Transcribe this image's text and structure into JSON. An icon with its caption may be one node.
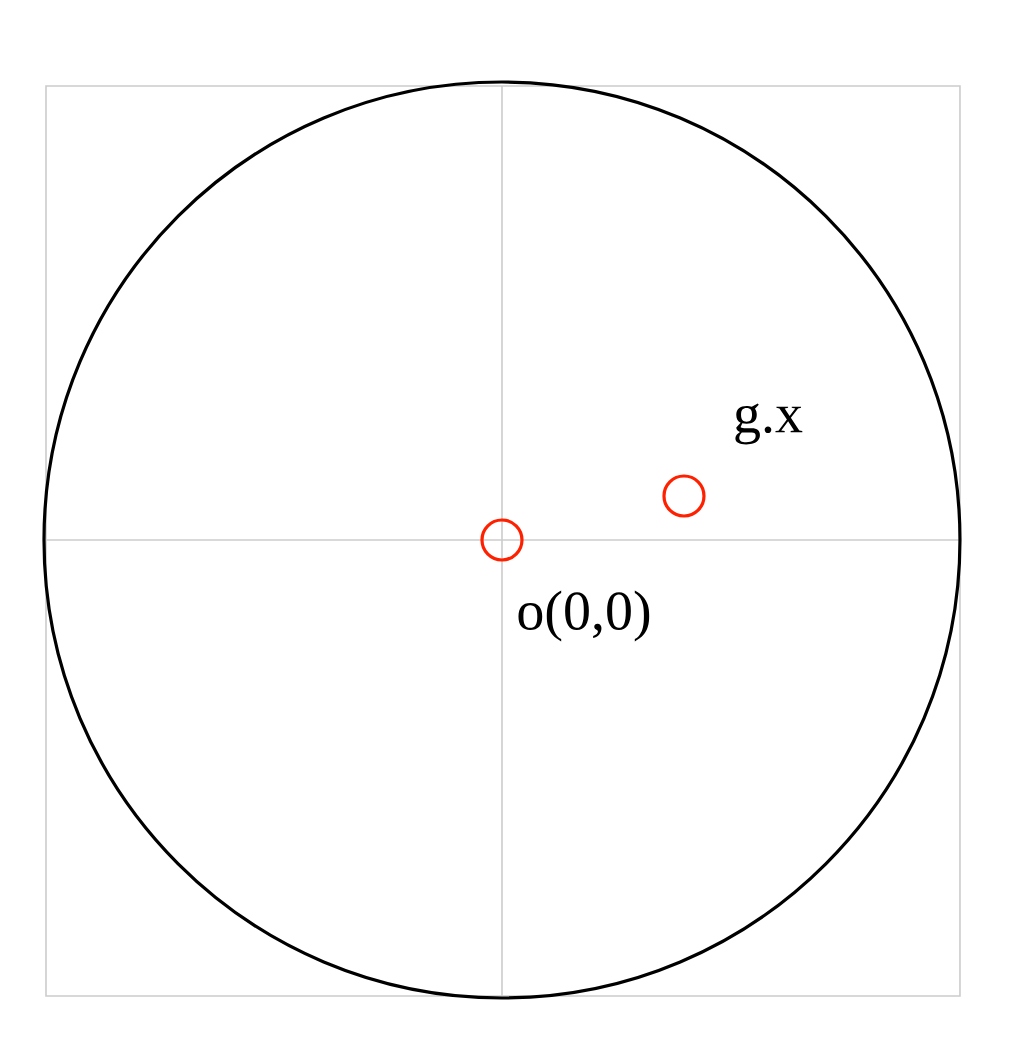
{
  "diagram": {
    "nodes": [
      {
        "text": [],
        "shape": "circle"
      },
      {
        "text": [],
        "shape": "circle",
        "in": 0,
        "beside": [
          "o(0,0)"
        ]
      },
      {
        "text": [],
        "shape": "circle",
        "in": 0,
        "beside": [
          "g.x"
        ]
      }
    ]
  }
}
